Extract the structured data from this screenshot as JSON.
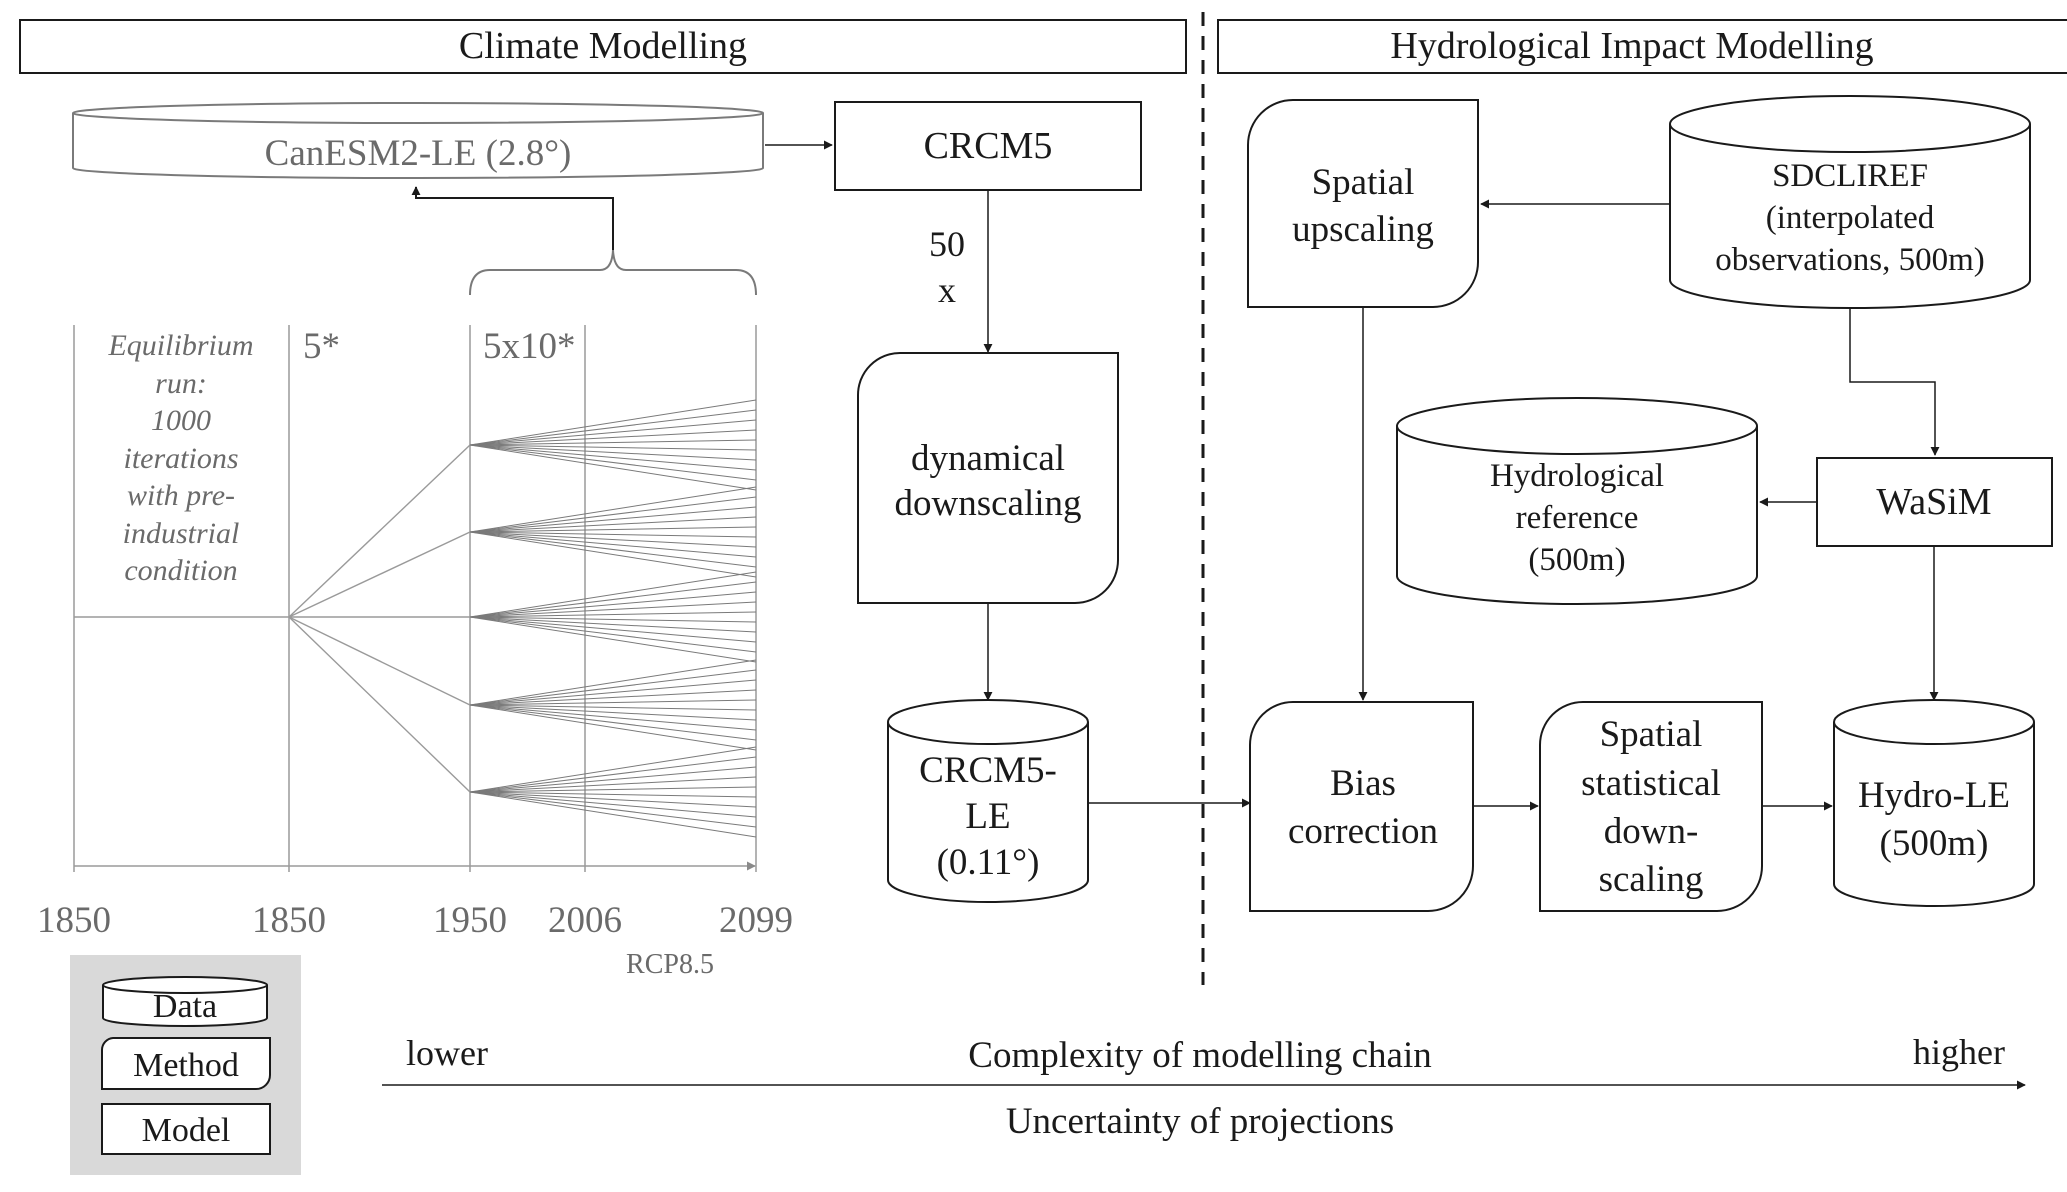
{
  "headers": {
    "climate": "Climate Modelling",
    "hydro": "Hydrological Impact Modelling"
  },
  "climate": {
    "canesm2": "CanESM2-LE (2.8°)",
    "crcm5": "CRCM5",
    "fifty": "50",
    "x": "x",
    "dyn_line1": "dynamical",
    "dyn_line2": "downscaling",
    "crcm5le_line1": "CRCM5-",
    "crcm5le_line2": "LE",
    "crcm5le_line3": "(0.11°)"
  },
  "timeline": {
    "equilibrium": [
      "Equilibrium",
      "run:",
      "1000",
      "iterations",
      "with pre-",
      "industrial",
      "condition"
    ],
    "members_5": "5*",
    "members_5x10": "5x10*",
    "ticks": [
      "1850",
      "1850",
      "1950",
      "2006",
      "2099"
    ],
    "scenario": "RCP8.5"
  },
  "hydro": {
    "spatial_up_line1": "Spatial",
    "spatial_up_line2": "upscaling",
    "sdcliref_line1": "SDCLIREF",
    "sdcliref_line2": "(interpolated",
    "sdcliref_line3": "observations, 500m)",
    "wasim": "WaSiM",
    "hydref_line1": "Hydrological",
    "hydref_line2": "reference",
    "hydref_line3": "(500m)",
    "bias_line1": "Bias",
    "bias_line2": "correction",
    "ssd_line1": "Spatial",
    "ssd_line2": "statistical",
    "ssd_line3": "down-",
    "ssd_line4": "scaling",
    "hydrole_line1": "Hydro-LE",
    "hydrole_line2": "(500m)"
  },
  "legend": {
    "data": "Data",
    "method": "Method",
    "model": "Model"
  },
  "axis": {
    "lower": "lower",
    "complexity": "Complexity of modelling chain",
    "higher": "higher",
    "uncertainty": "Uncertainty of projections"
  }
}
